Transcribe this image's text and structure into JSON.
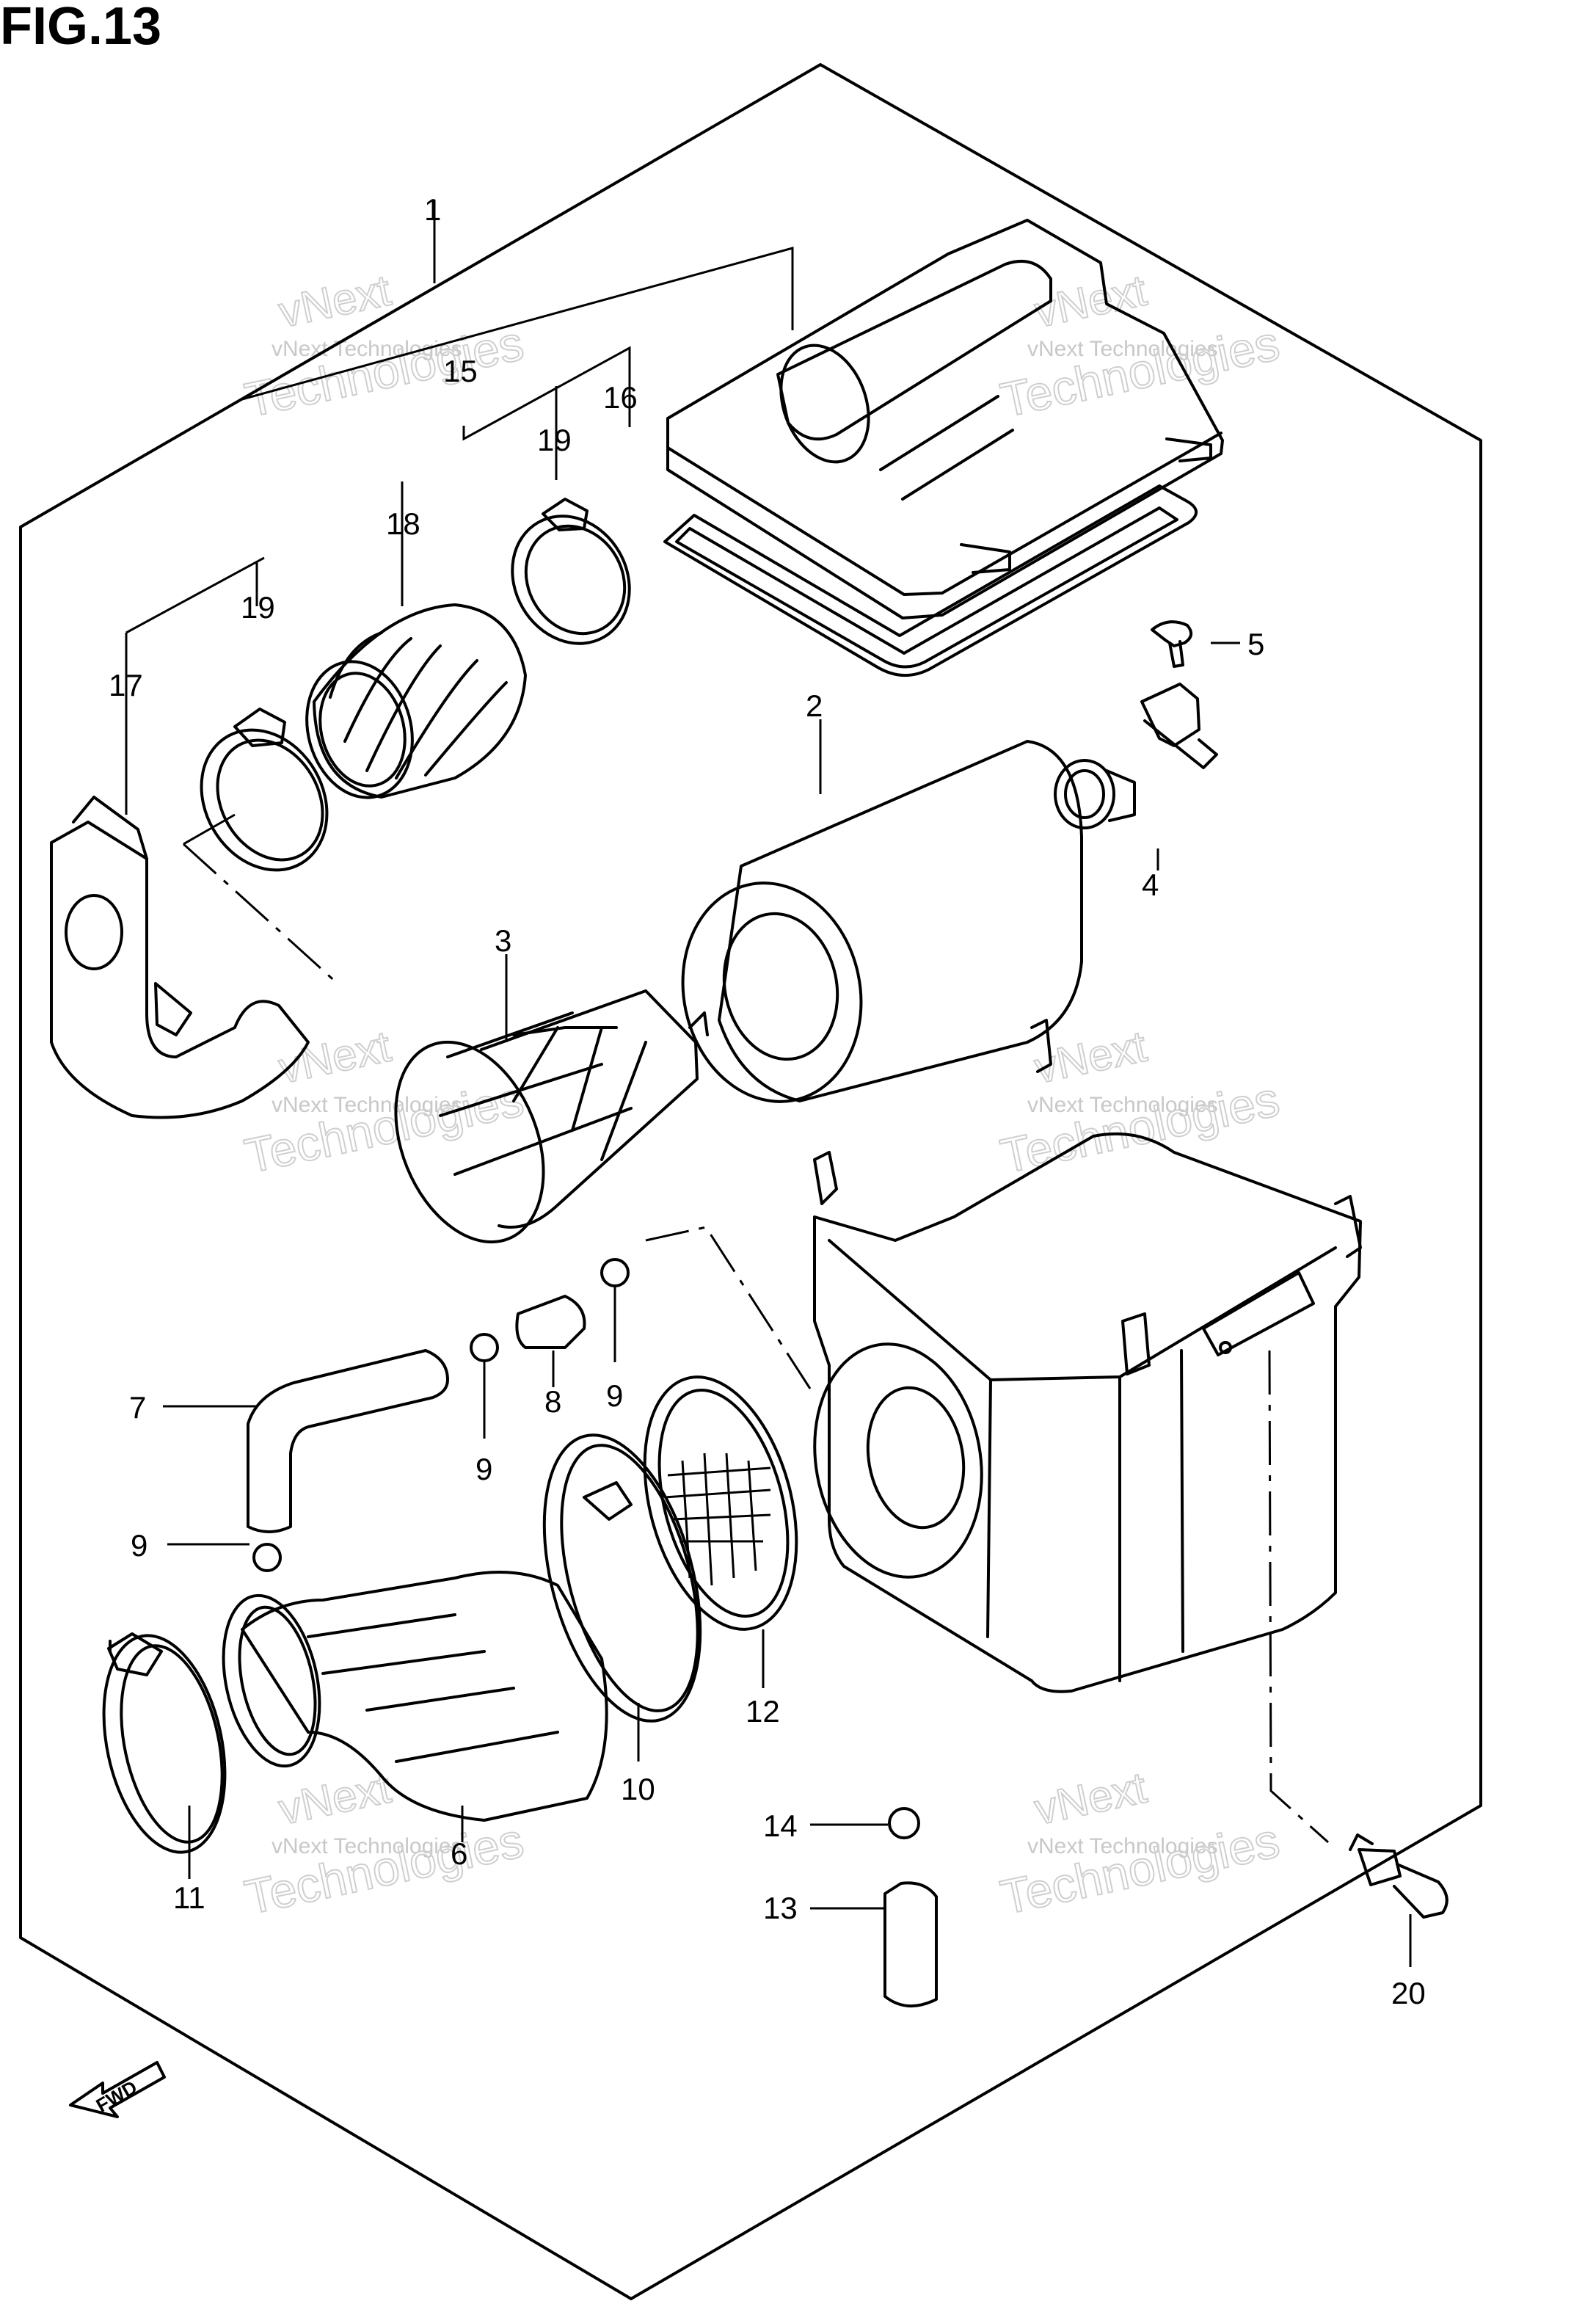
{
  "figure": {
    "title": "FIG.13"
  },
  "parts": [
    {
      "num": "1"
    },
    {
      "num": "15"
    },
    {
      "num": "16"
    },
    {
      "num": "19"
    },
    {
      "num": "18"
    },
    {
      "num": "19"
    },
    {
      "num": "17"
    },
    {
      "num": "5"
    },
    {
      "num": "2"
    },
    {
      "num": "4"
    },
    {
      "num": "3"
    },
    {
      "num": "9"
    },
    {
      "num": "8"
    },
    {
      "num": "7"
    },
    {
      "num": "9"
    },
    {
      "num": "9"
    },
    {
      "num": "12"
    },
    {
      "num": "10"
    },
    {
      "num": "6"
    },
    {
      "num": "11"
    },
    {
      "num": "14"
    },
    {
      "num": "13"
    },
    {
      "num": "20"
    }
  ],
  "watermark": {
    "line1": "vNext Technologies",
    "line2": "vNext",
    "line3": "Technologies"
  },
  "fwd_label": "FWD"
}
